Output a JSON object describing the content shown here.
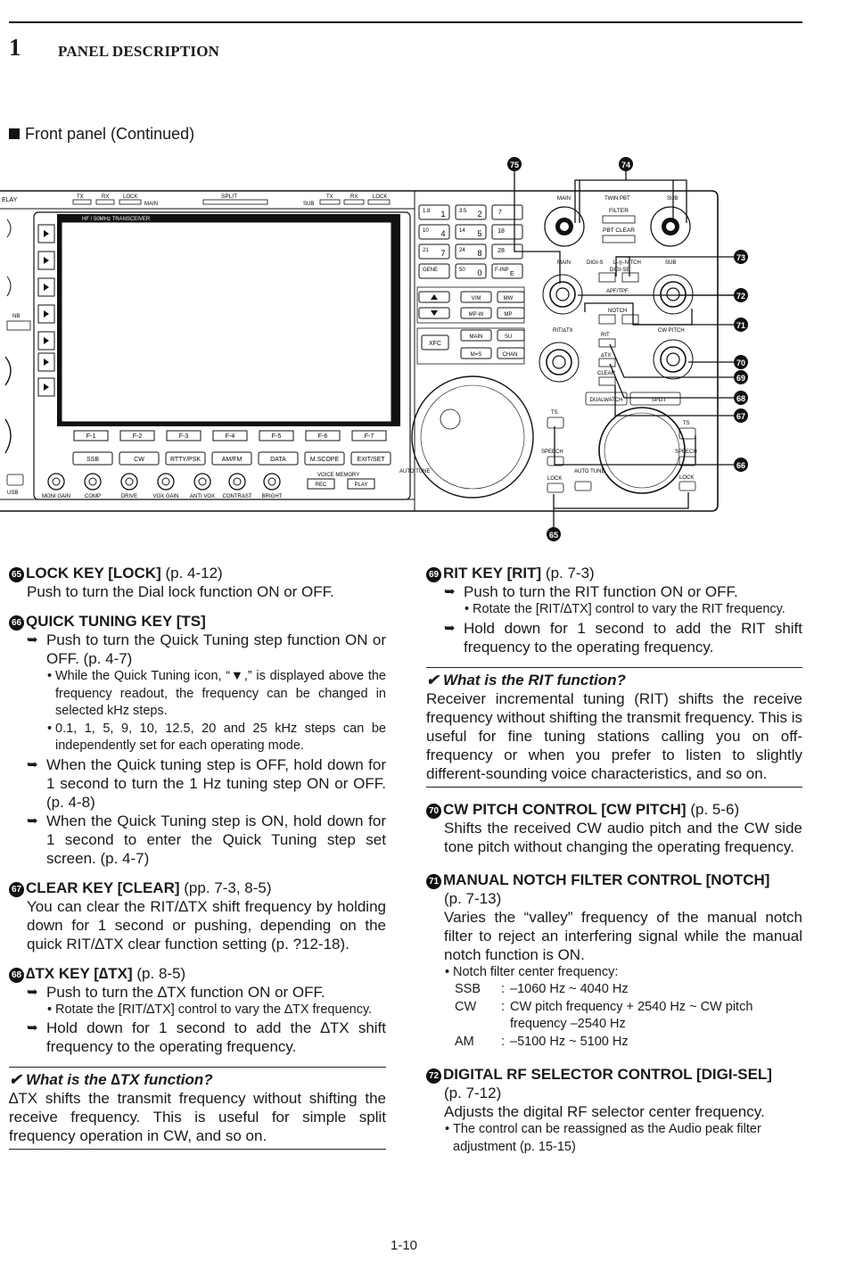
{
  "header": {
    "section_number": "1",
    "section_title": "PANEL DESCRIPTION"
  },
  "subsection": "Front panel (Continued)",
  "panel": {
    "callouts": [
      "75",
      "74",
      "73",
      "72",
      "71",
      "70",
      "69",
      "68",
      "67",
      "66",
      "65"
    ],
    "top_strip": {
      "relay": "ELAY",
      "tx": "TX",
      "rx": "RX",
      "lock": "LOCK",
      "main": "MAIN",
      "split": "SPLIT",
      "sub": "SUB",
      "tx2": "TX",
      "rx2": "RX",
      "lock2": "LOCK"
    },
    "screen_label": "HF / 50MHz TRANSCEIVER",
    "nb": "NB",
    "usb": "USB",
    "fkeys": [
      "F-1",
      "F-2",
      "F-3",
      "F-4",
      "F-5",
      "F-6",
      "F-7"
    ],
    "mode_keys": [
      "SSB",
      "CW",
      "RTTY/PSK",
      "AM/FM",
      "DATA",
      "M.SCOPE",
      "EXIT/SET"
    ],
    "voice_memory": "VOICE MEMORY",
    "rec": "REC",
    "play": "PLAY",
    "auto_tune": "AUTO TUNE",
    "knobs": [
      "MONI GAIN",
      "COMP",
      "DRIVE",
      "VOX GAIN",
      "ANTI VOX",
      "CONTRAST",
      "BRIGHT"
    ],
    "keypad": [
      {
        "top": "1.8",
        "main": "1"
      },
      {
        "top": "3.5",
        "main": "2"
      },
      {
        "top": "",
        "main": "7"
      },
      {
        "top": "10",
        "main": "4"
      },
      {
        "top": "14",
        "main": "5"
      },
      {
        "top": "",
        "main": "18"
      },
      {
        "top": "21",
        "main": "7"
      },
      {
        "top": "24",
        "main": "8"
      },
      {
        "top": "",
        "main": "28"
      },
      {
        "top": "GENE",
        "main": ""
      },
      {
        "top": "50",
        "main": "0"
      },
      {
        "top": "F-INP",
        "main": "E"
      }
    ],
    "mem_keys": [
      "V/M",
      "MW",
      "MP-W",
      "MP",
      "MAIN",
      "SU",
      "M=S",
      "CHAN"
    ],
    "xfc": "XFC",
    "twin_pbt": "TWIN PBT",
    "filter": "FILTER",
    "pbt_clear": "PBT CLEAR",
    "main_label": "MAIN",
    "sub_label": "SUB",
    "digisel_row": "DIGI-S",
    "l_notch": "L-◎-N TCH",
    "digi_sel": "DIGI-SE",
    "apf_tpf": "APF/TPF",
    "notch": "NOTCH",
    "rit_dtx": "RIT/∆TX",
    "rit": "RIT",
    "dtx": "∆TX",
    "clear": "CLEAR",
    "cw_pitch": "CW PITCH",
    "dualwatch": "DUALWATCH",
    "split_btn": "SPLIT",
    "ts": "TS",
    "speech": "SPEECH",
    "lock": "LOCK"
  },
  "left_items": [
    {
      "num": "65",
      "title": "LOCK KEY [LOCK]",
      "page": " (p. 4-12)",
      "desc": "Push to turn the Dial lock function ON or OFF."
    },
    {
      "num": "66",
      "title": "QUICK TUNING KEY [TS]",
      "a1": "Push to turn the Quick Tuning step function ON or OFF. (p. 4-7)",
      "b1": "While the Quick Tuning icon, “▼,” is displayed above the frequency readout, the frequency can be changed in selected kHz steps.",
      "b2": "0.1, 1, 5, 9, 10, 12.5, 20 and 25 kHz steps can be independently set for each operating mode.",
      "a2": "When the Quick tuning step is OFF, hold down for 1 second to turn the 1 Hz tuning step ON or OFF. (p. 4-8)",
      "a3": "When the Quick Tuning step is ON, hold down for 1 second to enter the Quick Tuning step set screen. (p. 4-7)"
    },
    {
      "num": "67",
      "title": "CLEAR KEY [CLEAR]",
      "page": " (pp. 7-3, 8-5)",
      "desc": "You can clear the RIT/∆TX shift frequency by holding down for 1 second or pushing, depending on the quick RIT/∆TX clear function setting (p. ?12-18)."
    },
    {
      "num": "68",
      "title": "∆TX KEY [∆TX]",
      "page": " (p. 8-5)",
      "a1": "Push to turn the ∆TX function ON or OFF.",
      "b1": "Rotate the [RIT/∆TX] control to vary the ∆TX frequency.",
      "a2": "Hold down for 1 second to add the ∆TX shift frequency to the operating frequency."
    }
  ],
  "dtx_box": {
    "title": "✔ What is the ∆TX function?",
    "text": "∆TX shifts the transmit frequency without shifting the receive frequency. This is useful for simple split frequency operation in CW, and so on."
  },
  "right_items": [
    {
      "num": "69",
      "title": "RIT KEY [RIT]",
      "page": " (p. 7-3)",
      "a1": "Push to turn the RIT function ON or OFF.",
      "b1": "Rotate the [RIT/∆TX] control to vary the RIT frequency.",
      "a2": "Hold down for 1 second to add the RIT shift frequency to the operating frequency."
    },
    {
      "num": "70",
      "title": "CW PITCH CONTROL [CW PITCH]",
      "page": " (p. 5-6)",
      "desc": "Shifts the received CW audio pitch and the CW side tone pitch without changing the operating frequency."
    },
    {
      "num": "71",
      "title": "MANUAL NOTCH FILTER CONTROL [NOTCH]",
      "page": "(p. 7-13)",
      "desc": "Varies the “valley” frequency of the manual notch filter to reject an interfering signal while the manual notch function is ON.",
      "b1": "Notch filter center frequency:",
      "ssb_m": "SSB",
      "ssb_v": "–1060 Hz ~ 4040 Hz",
      "cw_m": "CW",
      "cw_v": "CW pitch frequency + 2540 Hz ~ CW pitch frequency –2540 Hz",
      "am_m": "AM",
      "am_v": "–5100 Hz ~ 5100 Hz"
    },
    {
      "num": "72",
      "title": "DIGITAL RF SELECTOR CONTROL [DIGI-SEL]",
      "page": "(p. 7-12)",
      "desc": "Adjusts the digital RF selector center frequency.",
      "b1": "The control can be reassigned as the Audio peak filter adjustment (p. 15-15)"
    }
  ],
  "rit_box": {
    "title": "✔ What is the RIT function?",
    "text": "Receiver incremental tuning (RIT) shifts the receive frequency without shifting the transmit frequency. This is useful for fine tuning stations calling you on off-frequency or when you prefer to listen to slightly different-sounding voice characteristics, and so on."
  },
  "page_number": "1-10"
}
